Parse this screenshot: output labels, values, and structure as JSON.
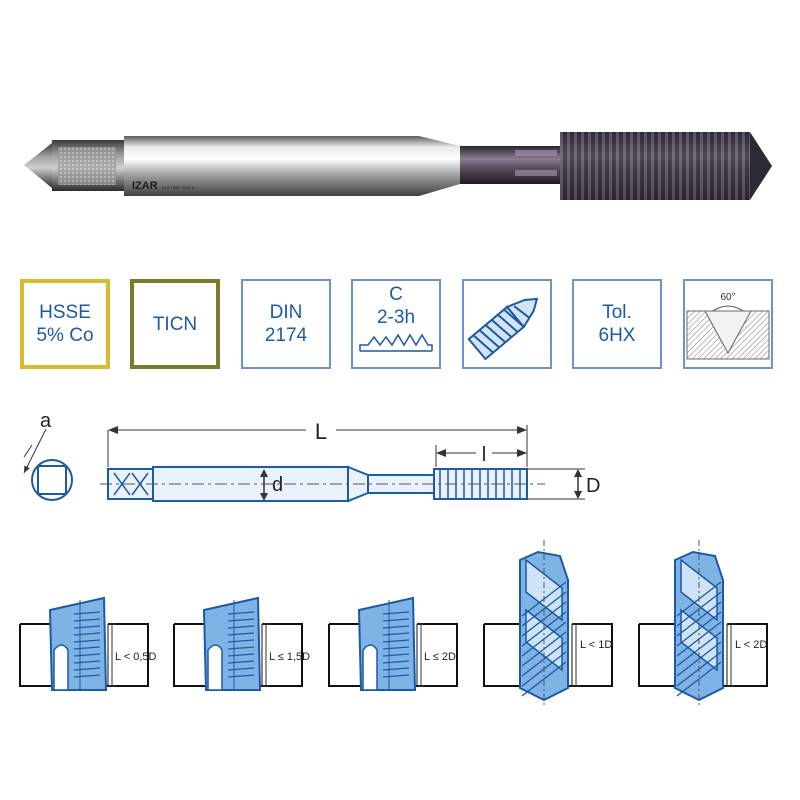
{
  "product": {
    "brand": "IZAR",
    "brand_sub": "CUTTING TOOLS"
  },
  "badges": {
    "material_line1": "HSSE",
    "material_line2": "5% Co",
    "coating": "TICN",
    "standard_line1": "DIN",
    "standard_line2": "2174",
    "chamfer_form": "C",
    "chamfer_threads": "2-3h",
    "tolerance_line1": "Tol.",
    "tolerance_line2": "6HX",
    "thread_angle": "60°"
  },
  "dimensions": {
    "square": "a",
    "total_length": "L",
    "thread_length": "l",
    "shank_diameter": "d",
    "nominal_diameter": "D"
  },
  "applications": [
    {
      "label": "L < 0,5D",
      "type": "through"
    },
    {
      "label": "L ≤ 1,5D",
      "type": "through"
    },
    {
      "label": "L ≤ 2D",
      "type": "through"
    },
    {
      "label": "L < 1D",
      "type": "spiral"
    },
    {
      "label": "L < 2D",
      "type": "spiral"
    }
  ],
  "colors": {
    "tool_blue": "#5b9bd5",
    "line_blue": "#1c5aa6",
    "badge_yellow": "#d9b92d",
    "badge_olive": "#7d7a2e",
    "badge_border": "#6a93cf"
  }
}
